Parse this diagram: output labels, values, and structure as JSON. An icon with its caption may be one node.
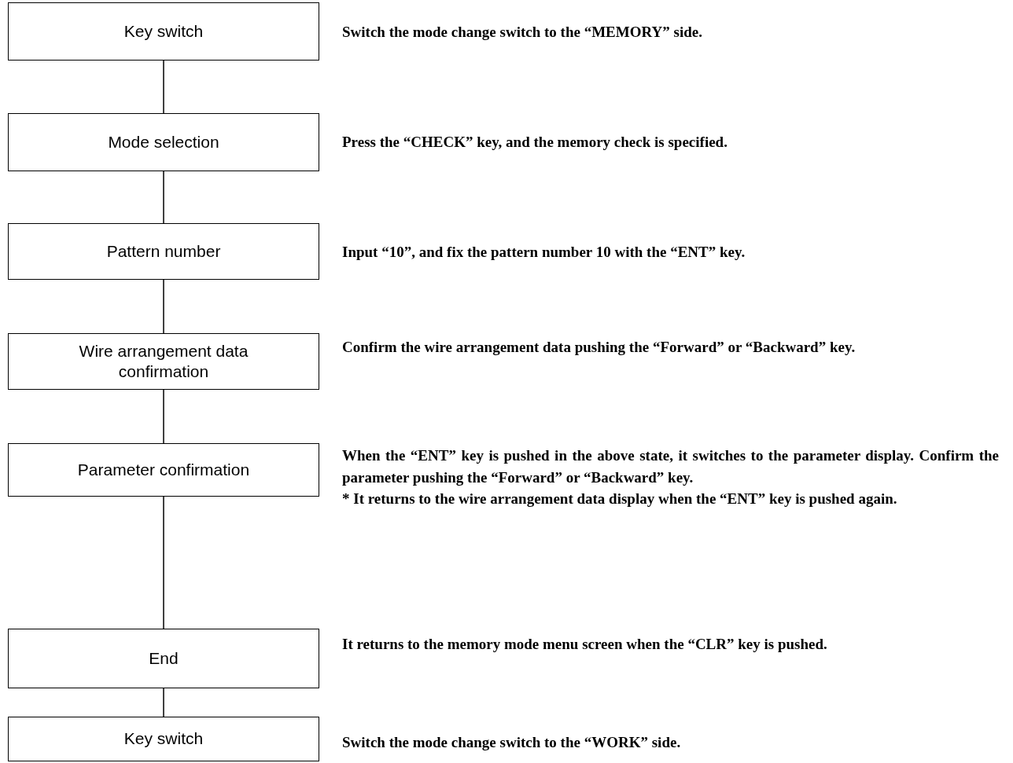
{
  "diagram": {
    "nodes": [
      {
        "text": [
          "Key switch"
        ],
        "beside": [
          "Switch the mode change switch to the “MEMORY” side."
        ]
      },
      {
        "text": [
          "Mode selection"
        ],
        "beside": [
          "Press the “CHECK” key, and the memory check is specified."
        ]
      },
      {
        "text": [
          "Pattern number"
        ],
        "beside": [
          "Input “10”, and fix the pattern number 10 with the “ENT” key."
        ]
      },
      {
        "text": [
          "Wire arrangement data confirmation"
        ],
        "beside": [
          "Confirm the wire arrangement data pushing the “Forward” or “Backward” key."
        ]
      },
      {
        "text": [
          "Parameter confirmation"
        ],
        "beside": [
          "When the “ENT” key is pushed in the above state, it switches to the parameter display. Confirm the parameter pushing the “Forward” or “Backward” key.",
          "* It returns to the wire arrangement data display when the “ENT” key is pushed again."
        ]
      },
      {
        "text": [
          "End"
        ],
        "beside": [
          "It returns to the memory mode menu screen when the “CLR” key is pushed."
        ]
      },
      {
        "text": [
          "Key switch"
        ],
        "beside": [
          "Switch the mode change switch to the “WORK” side."
        ]
      }
    ],
    "edges": [
      {
        "from": 0,
        "to": 1,
        "arrow": "none"
      },
      {
        "from": 1,
        "to": 2,
        "arrow": "none"
      },
      {
        "from": 2,
        "to": 3,
        "arrow": "none"
      },
      {
        "from": 3,
        "to": 4,
        "arrow": "none"
      },
      {
        "from": 4,
        "to": 5,
        "arrow": "none"
      },
      {
        "from": 5,
        "to": 6,
        "arrow": "none"
      }
    ]
  }
}
